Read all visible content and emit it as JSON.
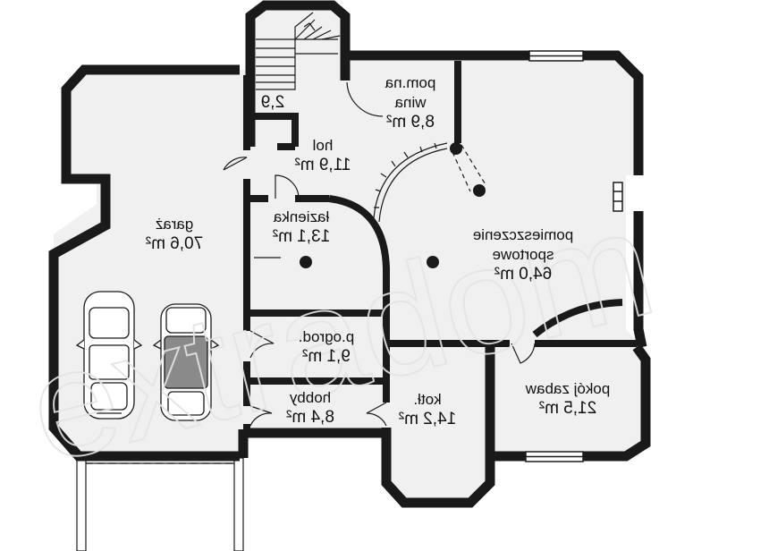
{
  "colors": {
    "wall": "#1a1a1a",
    "floor": "#f0f0f0",
    "background": "#ffffff",
    "watermark": "#e6e6e6"
  },
  "rooms": {
    "garaz": {
      "name": "garaż",
      "area": "70,6 m²"
    },
    "lazienka": {
      "name": "łazienka",
      "area": "13,1 m²"
    },
    "hol": {
      "name": "hol",
      "area": "11,9 m²"
    },
    "pom_na_wina": {
      "name_line1": "pom.na",
      "name_line2": "wina",
      "area": "8,9 m²"
    },
    "pomieszczenie_sportowe": {
      "name_line1": "pomieszczenie",
      "name_line2": "sportowe",
      "area": "64,0 m²"
    },
    "stair_area": {
      "area": "2,9"
    },
    "p_ogrod": {
      "name": "p.ogrod.",
      "area": "9,1 m²"
    },
    "hobby": {
      "name": "hobby",
      "area": "8,4 m²"
    },
    "kotl": {
      "name": "kotł.",
      "area": "14,2 m²"
    },
    "pokoj_zabaw": {
      "name": "pokój zabaw",
      "area": "21,5 m²"
    }
  },
  "watermark": {
    "text": "extradom"
  }
}
